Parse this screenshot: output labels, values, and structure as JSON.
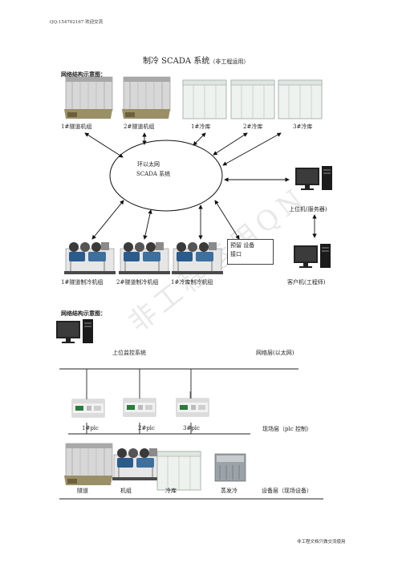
{
  "header": {
    "contact": "QQ:154702167 欢迎交流"
  },
  "watermark": "非工程运用QN",
  "title": {
    "main": "制冷 SCADA 系统",
    "note": "（非工程运用）"
  },
  "section1": {
    "heading": "网络结构示意图：",
    "top_devices": [
      {
        "label": "1#隧道机组",
        "icon": "tunnel-unit"
      },
      {
        "label": "2#隧道机组",
        "icon": "tunnel-unit"
      },
      {
        "label": "1#冷库",
        "icon": "cold-storage"
      },
      {
        "label": "2#冷库",
        "icon": "cold-storage"
      },
      {
        "label": "3#冷库",
        "icon": "cold-storage"
      }
    ],
    "ring_line1": "环以太网",
    "ring_line2": "SCADA 系统",
    "server_label": "上位机(服务器)",
    "reserved_line1": "预留 设备",
    "reserved_line2": "接口",
    "bottom_devices": [
      {
        "label": "1#隧道制冷机组",
        "icon": "compressor-unit"
      },
      {
        "label": "2#隧道制冷机组",
        "icon": "compressor-unit"
      },
      {
        "label": "1#冷库制冷机组",
        "icon": "compressor-unit"
      }
    ],
    "client_label": "客户机(工程师)"
  },
  "section2": {
    "heading": "网络结构示意图：",
    "host_label": "上位监控系统",
    "network_layer": "网络层(以太网)",
    "plcs": [
      "1#plc",
      "2#plc",
      "3#plc"
    ],
    "field_layer": "现场层（plc 控制）",
    "devices": [
      "隧道",
      "机组",
      "冷库",
      "蒸发冷"
    ],
    "device_layer": "设备层（现场设备）"
  },
  "footer": {
    "note": "非工程文档只做交流使用"
  },
  "colors": {
    "line": "#333333",
    "ring": "#111111",
    "unit_body": "#c9c9c9",
    "unit_tray": "#9a8f67",
    "compressor_frame": "#2a5b8c"
  }
}
